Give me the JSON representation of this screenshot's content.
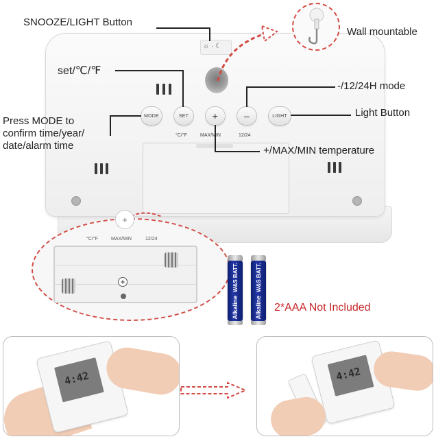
{
  "labels": {
    "snooze_light": "SNOOZE/LIGHT Button",
    "wall_mountable": "Wall mountable",
    "set_unit": "set/℃/℉",
    "mode_12_24": "-/12/24H mode",
    "press_mode_line1": "Press MODE to",
    "press_mode_line2": "confirm time/year/",
    "press_mode_line3": "date/alarm time",
    "light_button": "Light Button",
    "plus_max_min": "+/MAX/MIN temperature",
    "not_included": "2*AAA Not Included"
  },
  "buttons": [
    {
      "label": "MODE"
    },
    {
      "label": "SET"
    },
    {
      "label": "+"
    },
    {
      "label": "–"
    },
    {
      "label": "LIGHT"
    }
  ],
  "button_labels_below": {
    "unit": "°C/°F",
    "max_min": "MAX/MIN",
    "h12_24": "12/24"
  },
  "compartment_labels": {
    "unit": "°C/°F",
    "max_min": "MAX/MIN",
    "h12_24": "12/24",
    "plus": "+"
  },
  "batteries": [
    {
      "brand": "W&S BATT.",
      "type": "Alkaline"
    },
    {
      "brand": "W&S BATT.",
      "type": "Alkaline"
    }
  ],
  "lcd_digits": "4:42",
  "colors": {
    "accent_red": "#c6282b",
    "battery_blue": "#1b2c8f"
  }
}
